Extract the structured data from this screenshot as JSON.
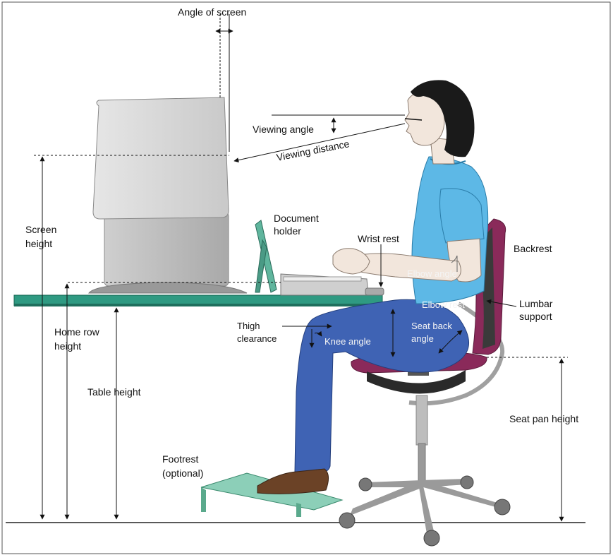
{
  "labels": {
    "angle_of_screen": "Angle of screen",
    "viewing_angle": "Viewing angle",
    "viewing_distance": "Viewing distance",
    "screen_height_1": "Screen",
    "screen_height_2": "height",
    "document_holder_1": "Document",
    "document_holder_2": "holder",
    "wrist_rest": "Wrist rest",
    "backrest": "Backrest",
    "elbow_angle": "Elbow angle",
    "elbow_rest": "Elbow rest",
    "lumbar_1": "Lumbar",
    "lumbar_2": "support",
    "thigh_clearance_1": "Thigh",
    "thigh_clearance_2": "clearance",
    "knee_angle": "Knee angle",
    "seat_back_angle_1": "Seat back",
    "seat_back_angle_2": "angle",
    "home_row_1": "Home row",
    "home_row_2": "height",
    "table_height": "Table height",
    "seat_pan_height": "Seat pan height",
    "footrest_1": "Footrest",
    "footrest_2": "(optional)"
  },
  "colors": {
    "desk": "#2f9a82",
    "shirt": "#5db8e6",
    "pants": "#3f63b4",
    "chair_frame": "#8a2a5a",
    "seat_cushion": "#222222",
    "monitor": "#d9d9d9",
    "footrest": "#8ccfb8",
    "hair": "#1a1a1a",
    "skin": "#f2e6dc",
    "shoe": "#6b4226"
  }
}
